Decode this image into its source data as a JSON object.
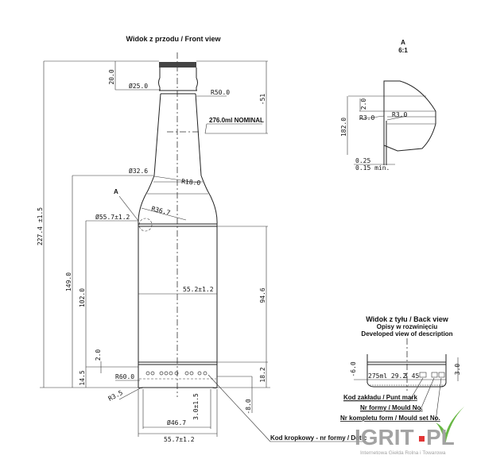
{
  "front_view": {
    "title": "Widok z przodu / Front view",
    "dims": {
      "overall_height": "227.4 ±1.5",
      "finish_height": "20.0",
      "finish_diameter": "Ø25.0",
      "neck_radius": "R50.0",
      "fill_height": "-51",
      "capacity": "276.0ml NOMINAL",
      "neck_diameter": "Ø32.6",
      "shoulder_radius_1": "R18.0",
      "shoulder_radius_2": "R36.7",
      "shoulder_diameter": "Ø55.7±1.2",
      "body_height": "149.0",
      "label_height": "102.0",
      "body_diameter": "55.2±1.2",
      "label_panel_height": "94.6",
      "ring_offset": "2.0",
      "base_height": "14.5",
      "base_radius": "R60.0",
      "heel_radius": "R3.5",
      "base_band": "18.2",
      "push_up": "3.0±1.5",
      "stipple_depth": "-8.0",
      "bearing_diameter": "Ø46.7",
      "base_diameter": "55.7±1.2"
    },
    "detail_marker": "A",
    "dot_code_label": "Kod kropkowy - nr formy / Dot c"
  },
  "detail_a": {
    "title": "A",
    "scale": "6:1",
    "dims": {
      "height": "182.0",
      "step": "2.0",
      "radius_left": "R3.0",
      "radius_right": "R3.0",
      "thickness": "0.25",
      "min_thickness": "0.15 min."
    }
  },
  "back_view": {
    "title": "Widok z tyłu / Back view",
    "subtitle_pl": "Opisy w rozwinięciu",
    "subtitle_en": "Developed view of description",
    "engraving": "275ml 29.2",
    "engraving_extra": "3  45",
    "dim_left": "-6.0",
    "dim_right": "3.0",
    "labels": {
      "plant_mark": "Kod zakładu / Punt mark",
      "mould_no": "Nr formy / Mould No.",
      "mould_set": "Nr kompletu form / Mould set No."
    }
  },
  "watermark": {
    "brand": "IGRIT",
    "brand_suffix": "PL",
    "tagline": "Internetowa Giełda Rolna i Towarowa",
    "colors": {
      "text": "#9a9a9a",
      "dot": "#e02020",
      "check": "#58b030"
    }
  }
}
